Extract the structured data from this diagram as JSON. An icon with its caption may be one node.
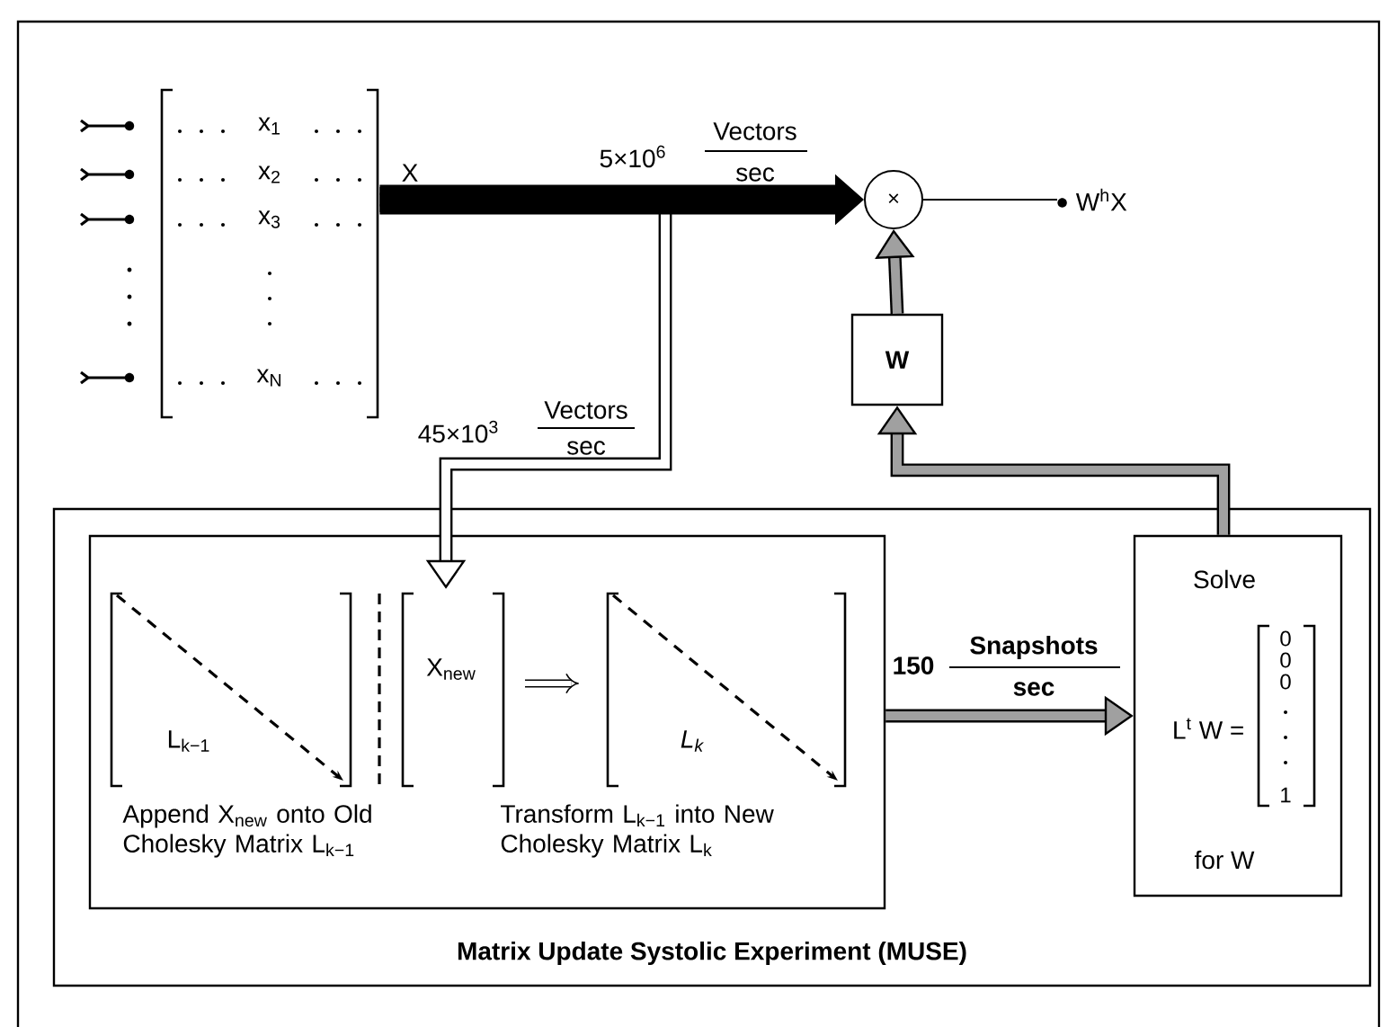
{
  "diagram": {
    "nodes": [
      {
        "text": [
          "Matrix Update Systolic Experiment (MUSE)"
        ]
      },
      {
        "text": [
          "L$_{k−1}$",
          "X$_{new}$",
          "L$_{k}$",
          "Append X$_{new}$ onto Old Cholesky Matrix L$_{k−1}$",
          "Transform L$_{k−1}$ into New Cholesky Matrix L$_{k}$"
        ],
        "in": 0
      },
      {
        "text": [
          "Solve",
          "L$^{t}$ W =",
          "0",
          "0",
          "0",
          "1",
          "for W"
        ],
        "in": 0
      },
      {
        "text": [
          "×"
        ]
      },
      {
        "text": [
          "W"
        ]
      },
      {
        "text": [
          "x$_{1}$",
          "x$_{2}$",
          "x$_{3}$",
          "x$_{N}$"
        ],
        "beside": [
          "X"
        ]
      },
      {
        "text": [
          "W$^{h}$X"
        ]
      }
    ],
    "edges": [
      {
        "from": 5,
        "to": 3,
        "arrow": "to",
        "style": "thick",
        "color": "#000000",
        "label": "5×10$^{6}$"
      },
      {
        "from": 5,
        "to": 1,
        "arrow": "to",
        "color": "#000000",
        "label": "45×10$^{3}$"
      },
      {
        "from": 1,
        "to": 2,
        "arrow": "to",
        "label": "150"
      },
      {
        "from": 2,
        "to": 4,
        "arrow": "to"
      },
      {
        "from": 4,
        "to": 3,
        "arrow": "to"
      },
      {
        "from": 3,
        "to": 6,
        "arrow": "none",
        "color": "#000000"
      }
    ],
    "labels": [
      "Vectors",
      "sec",
      "Vectors",
      "sec",
      "Snapshots",
      "sec"
    ]
  }
}
